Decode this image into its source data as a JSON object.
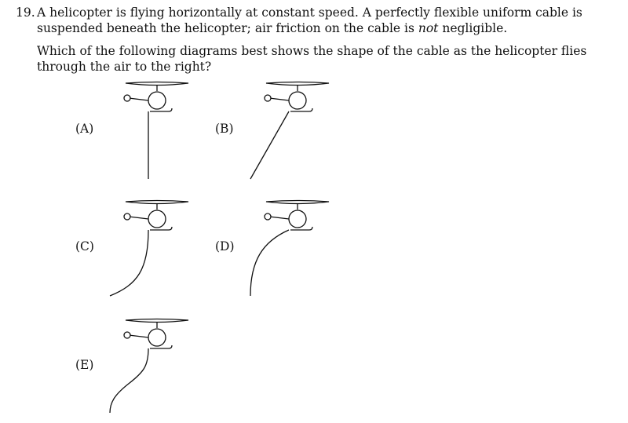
{
  "question": {
    "number": "19.",
    "text_part1": "A helicopter is flying horizontally at constant speed. A perfectly flexible uniform cable is suspended beneath the helicopter; air friction on the cable is ",
    "text_emph": "not",
    "text_part2": " negligible.",
    "prompt": "Which of the following diagrams best shows the shape of the cable as the helicopter flies through the air to the right?"
  },
  "options": [
    {
      "id": "A",
      "label": "(A)"
    },
    {
      "id": "B",
      "label": "(B)"
    },
    {
      "id": "C",
      "label": "(C)"
    },
    {
      "id": "D",
      "label": "(D)"
    },
    {
      "id": "E",
      "label": "(E)"
    }
  ]
}
